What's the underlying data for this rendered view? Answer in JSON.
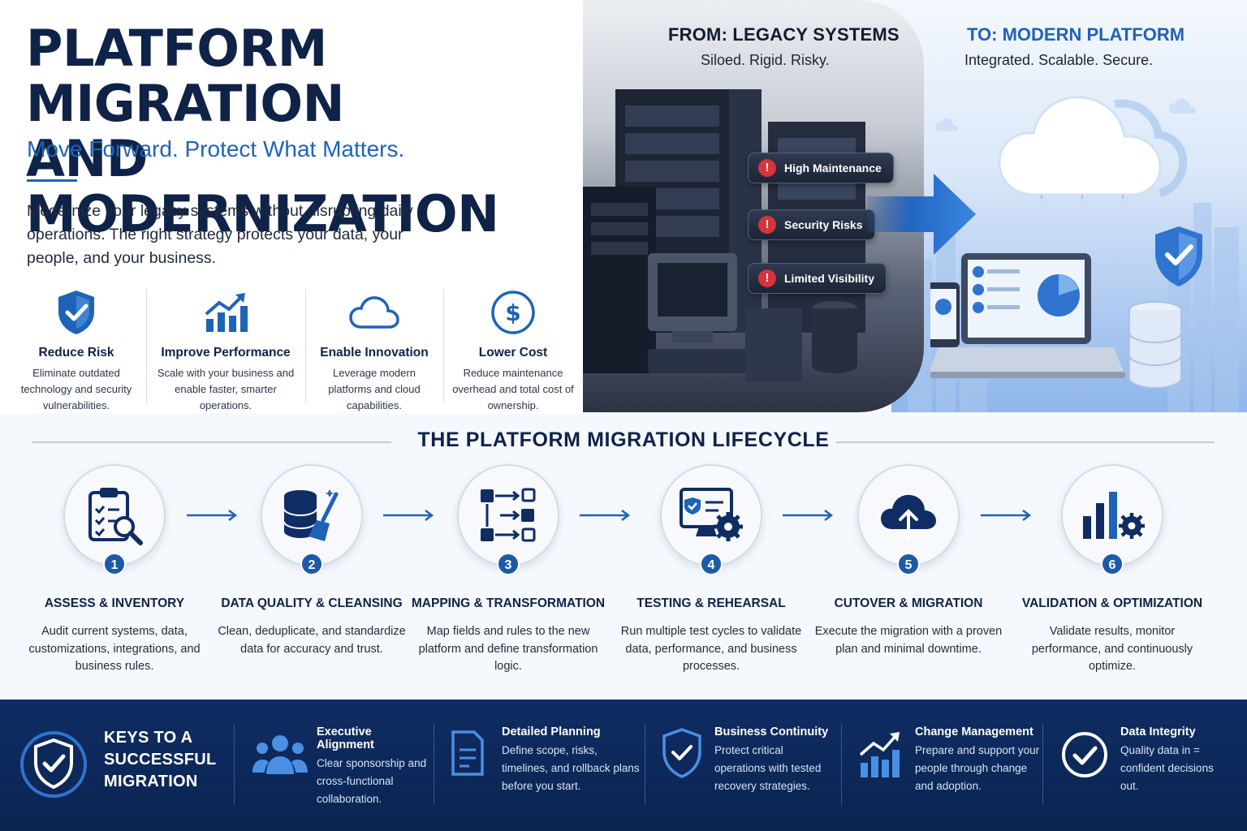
{
  "title_line1": "PLATFORM MIGRATION",
  "title_line2": "AND MODERNIZATION",
  "subtitle": "Move Forward. Protect What Matters.",
  "intro": "Modernize your legacy systems without disrupting daily operations. The right strategy protects your data, your people, and your business.",
  "benefits": [
    {
      "title": "Reduce Risk",
      "text": "Eliminate outdated technology and security vulnerabilities.",
      "icon": "shield-check-icon"
    },
    {
      "title": "Improve Performance",
      "text": "Scale with your business and enable faster, smarter operations.",
      "icon": "growth-chart-icon"
    },
    {
      "title": "Enable Innovation",
      "text": "Leverage modern platforms and cloud capabilities.",
      "icon": "cloud-icon"
    },
    {
      "title": "Lower Cost",
      "text": "Reduce maintenance overhead and total cost of ownership.",
      "icon": "dollar-icon"
    }
  ],
  "legacy": {
    "title": "FROM: LEGACY SYSTEMS",
    "subtitle": "Siloed. Rigid. Risky.",
    "issues": [
      "High Maintenance",
      "Security Risks",
      "Limited Visibility"
    ]
  },
  "modern": {
    "title": "TO: MODERN PLATFORM",
    "subtitle": "Integrated. Scalable. Secure."
  },
  "lifecycle": {
    "title": "THE PLATFORM MIGRATION LIFECYCLE",
    "steps": [
      {
        "num": "1",
        "title": "ASSESS & INVENTORY",
        "text": "Audit current systems, data, customizations, integrations, and business rules."
      },
      {
        "num": "2",
        "title": "DATA QUALITY & CLEANSING",
        "text": "Clean, deduplicate, and standardize data for accuracy and trust."
      },
      {
        "num": "3",
        "title": "MAPPING & TRANSFORMATION",
        "text": "Map fields and rules to the new platform and define transformation logic."
      },
      {
        "num": "4",
        "title": "TESTING & REHEARSAL",
        "text": "Run multiple test cycles to validate data, performance, and business processes."
      },
      {
        "num": "5",
        "title": "CUTOVER & MIGRATION",
        "text": "Execute the migration with a proven plan and minimal downtime."
      },
      {
        "num": "6",
        "title": "VALIDATION & OPTIMIZATION",
        "text": "Validate results, monitor performance, and continuously optimize."
      }
    ]
  },
  "keys": {
    "title_line1": "KEYS TO A",
    "title_line2": "SUCCESSFUL",
    "title_line3": "MIGRATION",
    "items": [
      {
        "title": "Executive Alignment",
        "text": "Clear sponsorship and cross-functional collaboration."
      },
      {
        "title": "Detailed Planning",
        "text": "Define scope, risks, timelines, and rollback plans before you start."
      },
      {
        "title": "Business Continuity",
        "text": "Protect critical operations with tested recovery strategies."
      },
      {
        "title": "Change Management",
        "text": "Prepare and support your people through change and adoption."
      },
      {
        "title": "Data Integrity",
        "text": "Quality data in = confident decisions out."
      }
    ]
  },
  "colors": {
    "navy": "#0f2248",
    "accent": "#1f63b8",
    "alert": "#d6333a"
  }
}
